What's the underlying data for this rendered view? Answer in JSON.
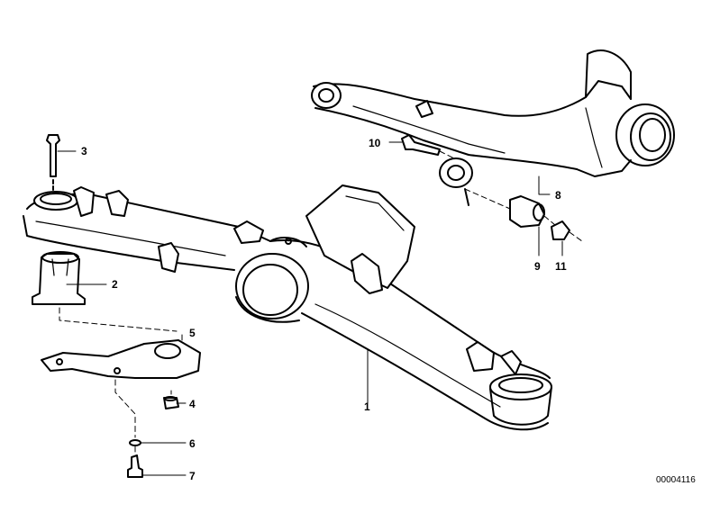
{
  "diagram": {
    "document_number": "00004116",
    "callouts": [
      {
        "id": "1",
        "text": "1"
      },
      {
        "id": "2",
        "text": "2"
      },
      {
        "id": "3",
        "text": "3"
      },
      {
        "id": "4",
        "text": "4"
      },
      {
        "id": "5",
        "text": "5"
      },
      {
        "id": "6",
        "text": "6"
      },
      {
        "id": "7",
        "text": "7"
      },
      {
        "id": "8",
        "text": "8"
      },
      {
        "id": "9",
        "text": "9"
      },
      {
        "id": "10",
        "text": "10"
      },
      {
        "id": "11",
        "text": "11"
      }
    ]
  }
}
